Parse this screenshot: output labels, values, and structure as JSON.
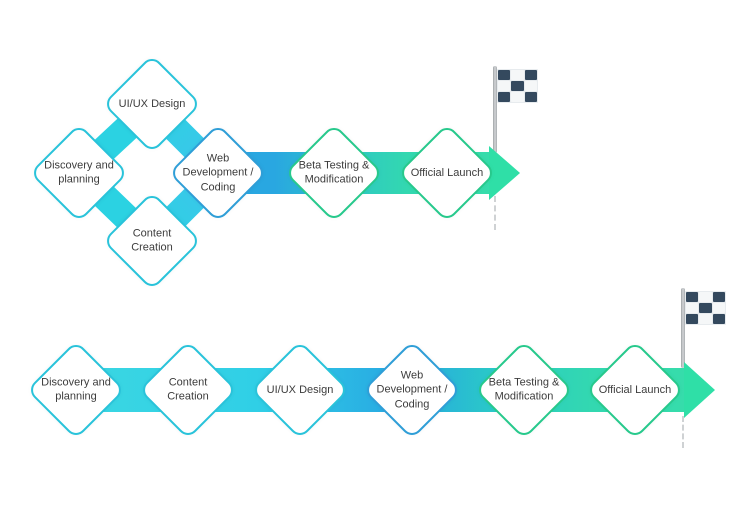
{
  "diagram": {
    "type": "process-flow-roadmap",
    "top_flow": {
      "nodes": [
        {
          "label": "Discovery and\nplanning",
          "color": "cyan"
        },
        {
          "label": "UI/UX Design",
          "color": "cyan"
        },
        {
          "label": "Content\nCreation",
          "color": "cyan"
        },
        {
          "label": "Web\nDevelopment /\nCoding",
          "color": "blue"
        },
        {
          "label": "Beta Testing &\nModification",
          "color": "green"
        },
        {
          "label": "Official Launch",
          "color": "green"
        }
      ]
    },
    "bottom_flow": {
      "nodes": [
        {
          "label": "Discovery and\nplanning",
          "color": "cyan"
        },
        {
          "label": "Content\nCreation",
          "color": "cyan"
        },
        {
          "label": "UI/UX Design",
          "color": "cyan"
        },
        {
          "label": "Web\nDevelopment /\nCoding",
          "color": "blue"
        },
        {
          "label": "Beta Testing &\nModification",
          "color": "green"
        },
        {
          "label": "Official Launch",
          "color": "green"
        }
      ]
    },
    "icons": {
      "finish_flag": "checkered-flag-icon"
    },
    "colors": {
      "band_cyan": "#2bd2e2",
      "band_blue": "#29a7e1",
      "band_mint": "#36dcab",
      "arrowhead": "#2fdfa7",
      "border_cyan": "#29c3da",
      "border_blue": "#2f9ed7",
      "border_green": "#27c98c",
      "flag_dark": "#34495e",
      "flag_light": "#f5f7f8",
      "pole_gray": "#b5b8bb",
      "text": "#3c3c3c"
    }
  }
}
